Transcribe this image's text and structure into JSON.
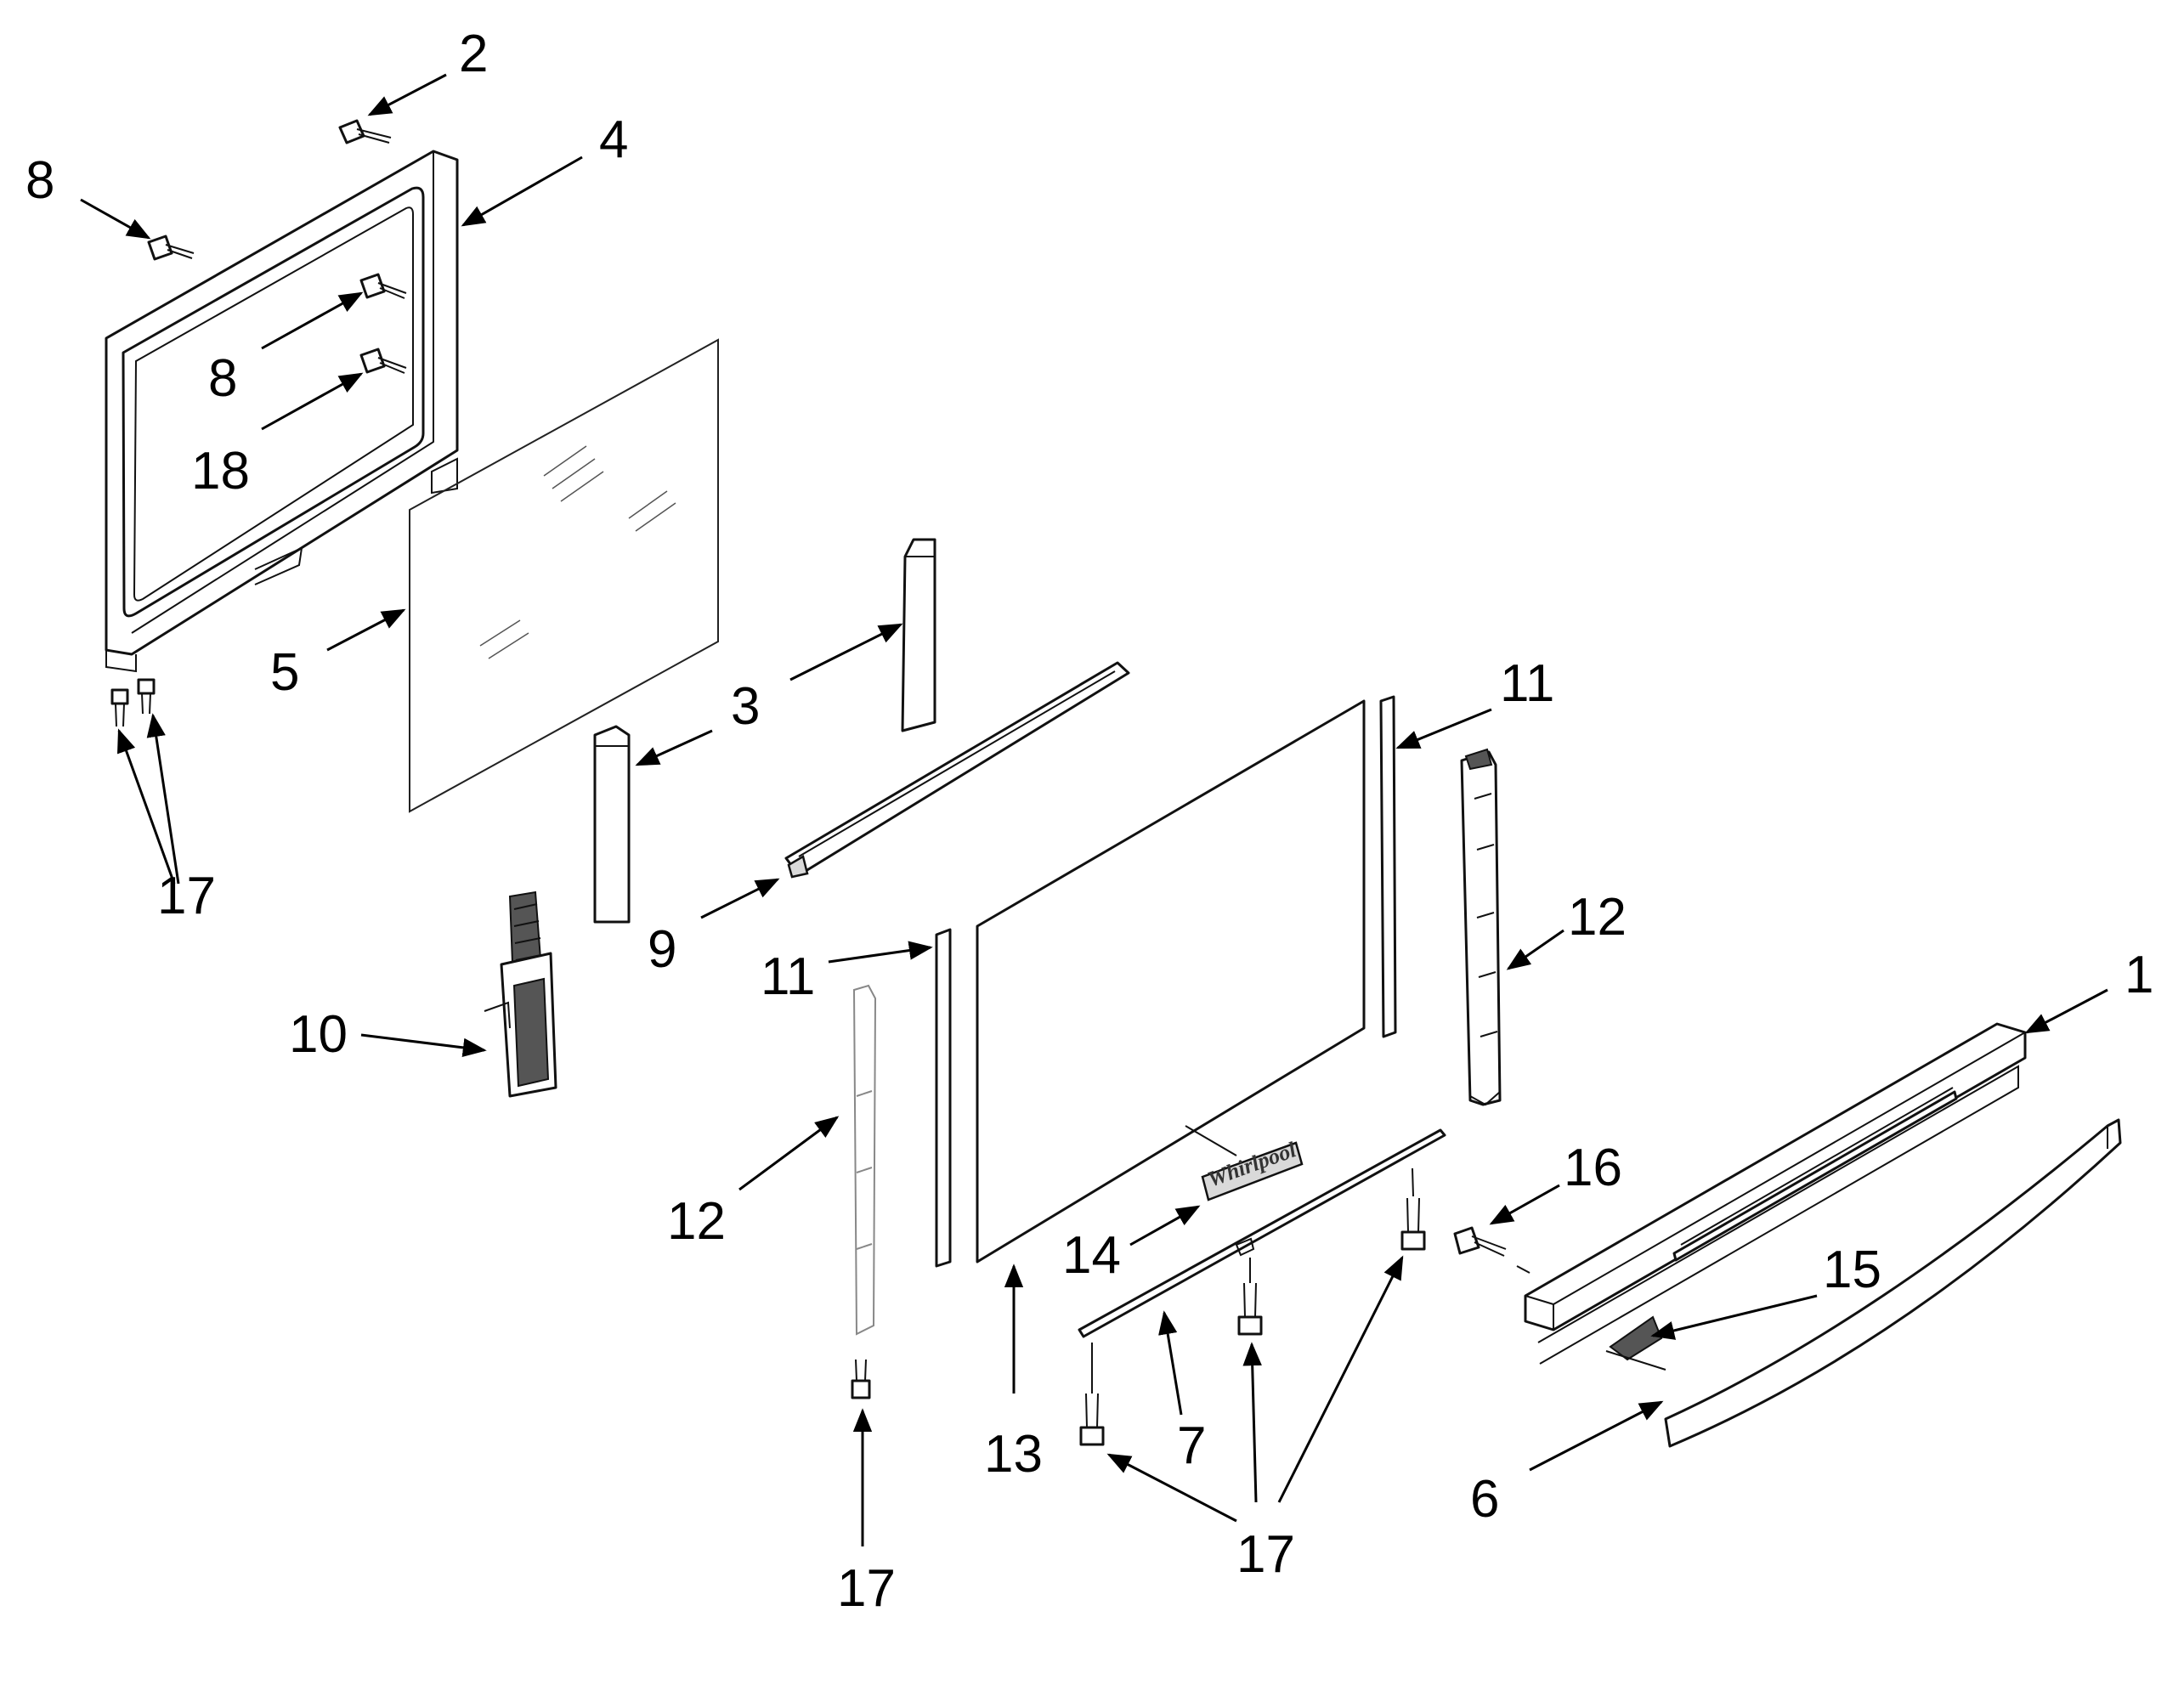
{
  "diagram": {
    "brand_logo_text": "Whirlpool",
    "callouts": {
      "c1": "1",
      "c2": "2",
      "c3": "3",
      "c4": "4",
      "c5": "5",
      "c6": "6",
      "c7": "7",
      "c8a": "8",
      "c8b": "8",
      "c9": "9",
      "c10": "10",
      "c11a": "11",
      "c11b": "11",
      "c12a": "12",
      "c12b": "12",
      "c13": "13",
      "c14": "14",
      "c15": "15",
      "c16": "16",
      "c17a": "17",
      "c17b": "17",
      "c17c": "17",
      "c18": "18"
    }
  }
}
